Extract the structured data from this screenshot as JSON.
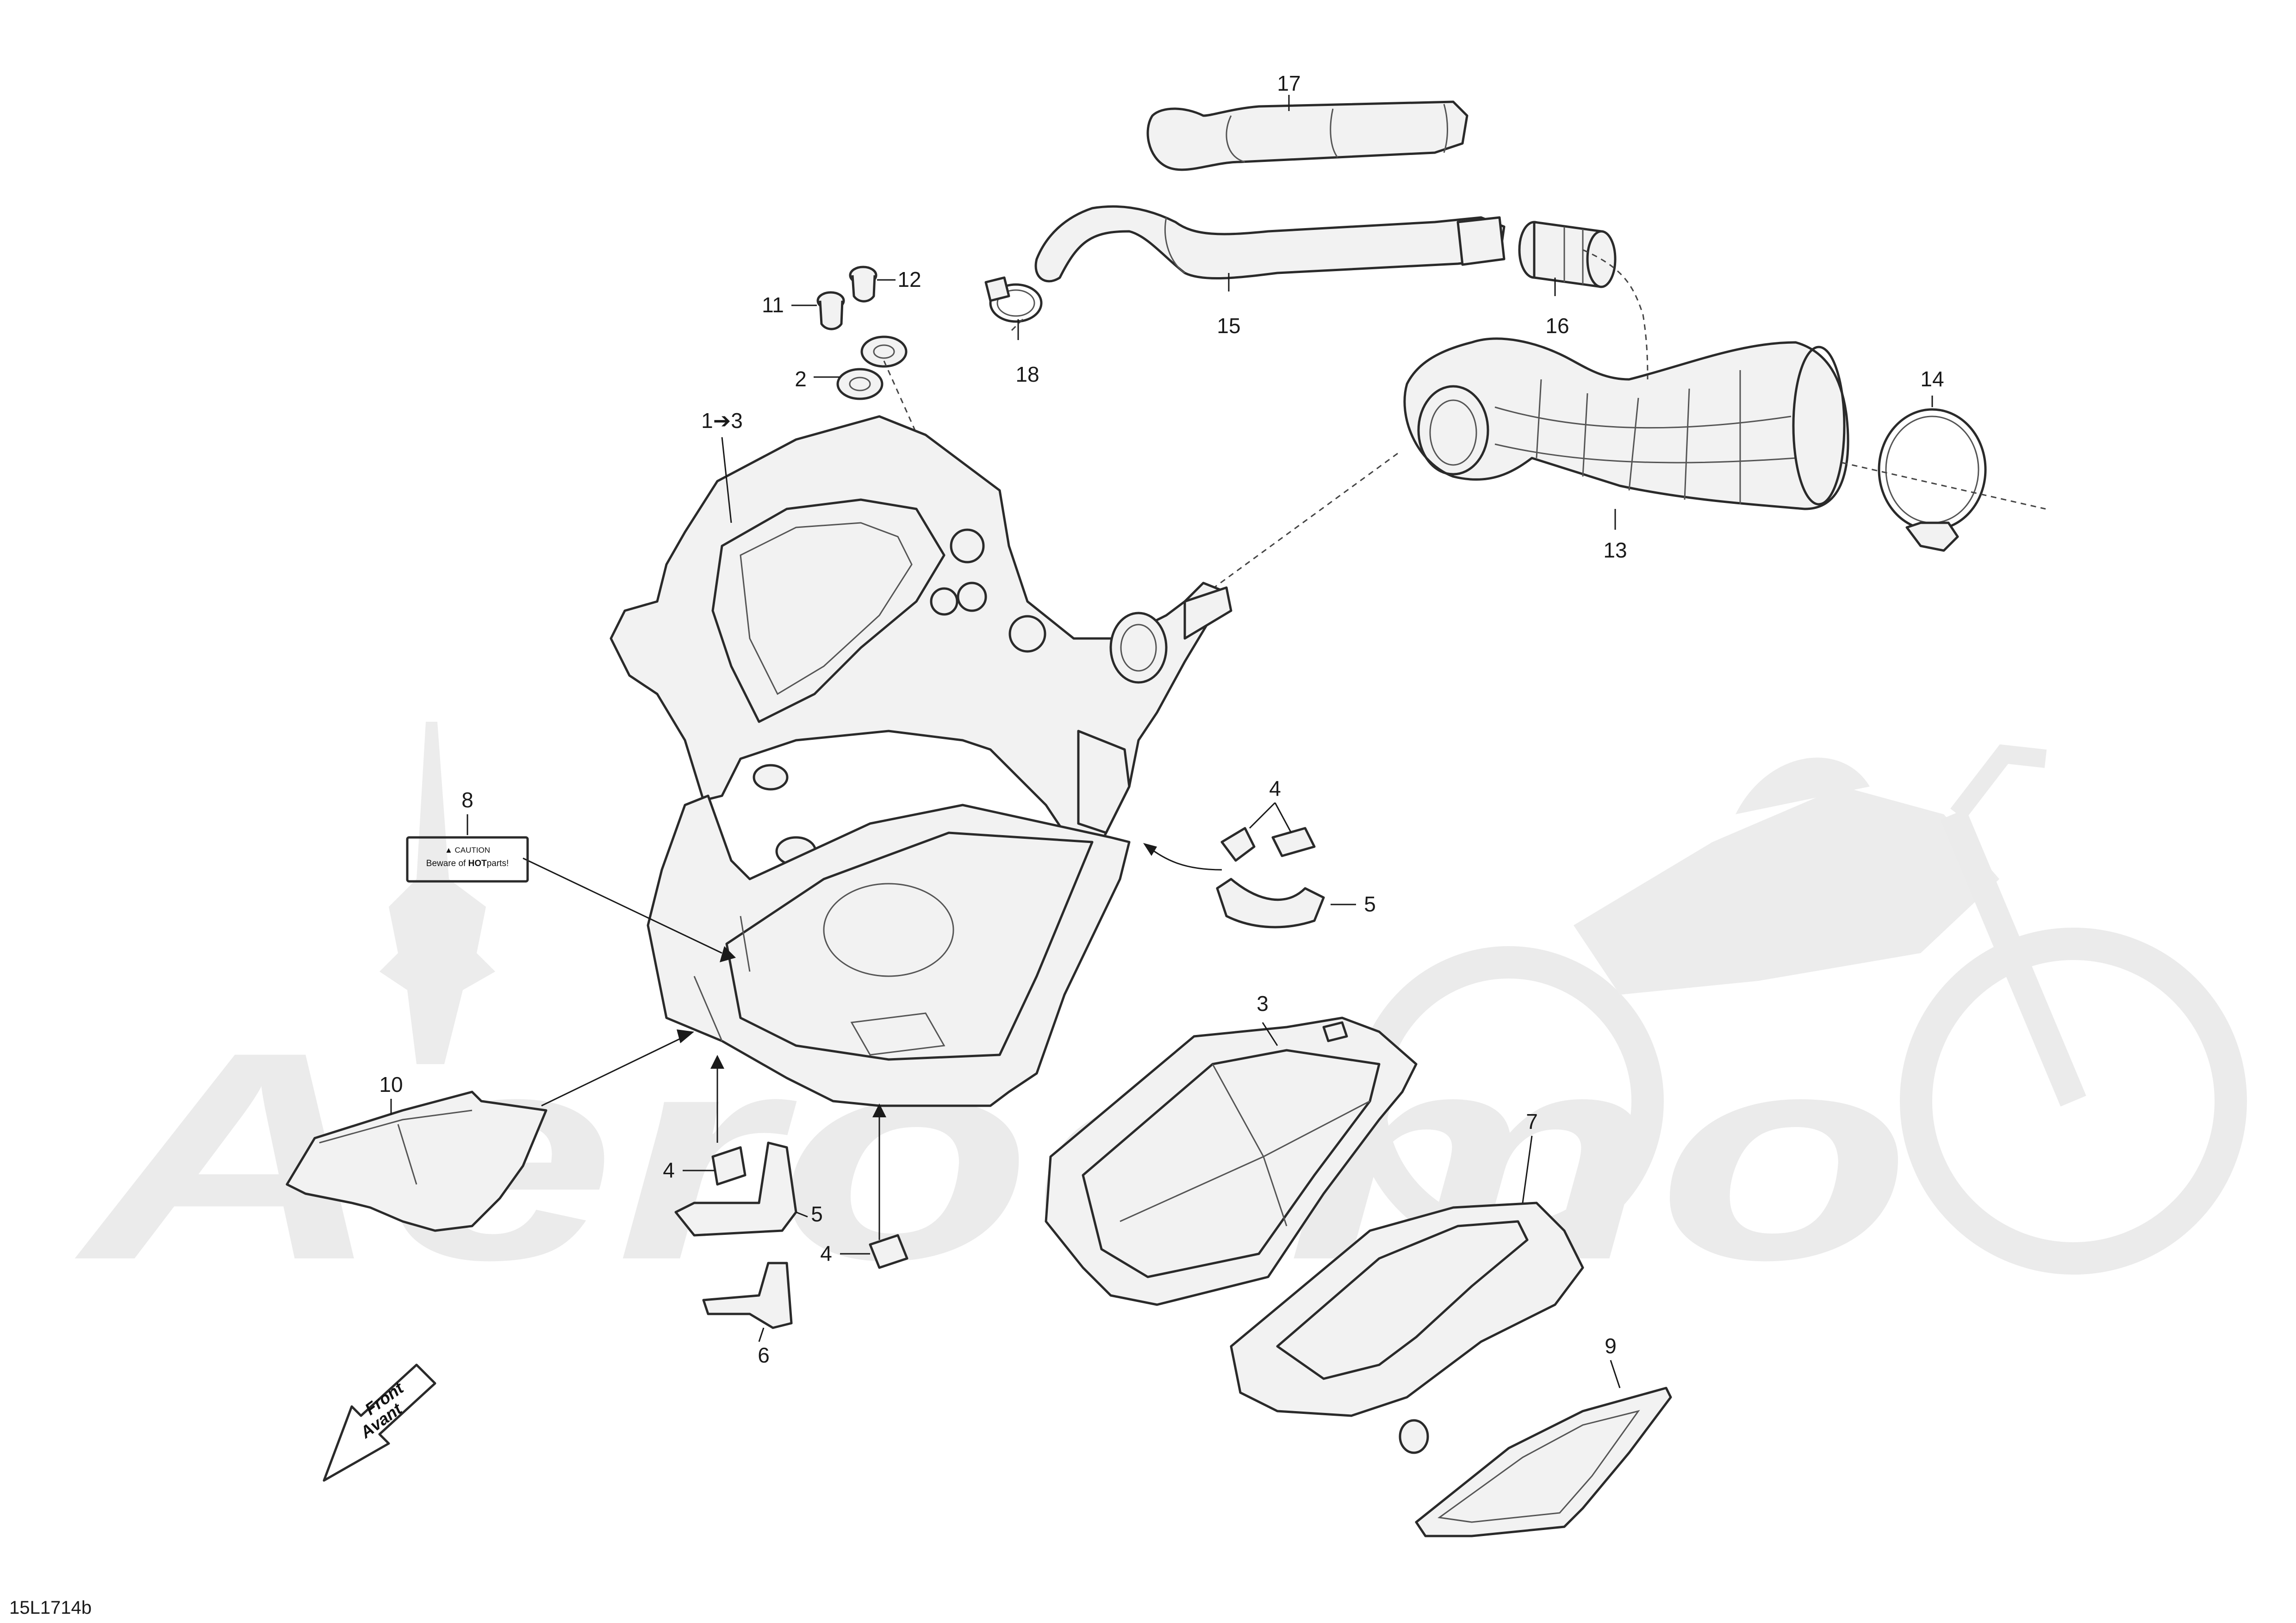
{
  "diagram": {
    "drawing_code": "15L1714b",
    "watermark": "Aeroomo",
    "front_arrow": {
      "line1": "Front",
      "line2": "Avant"
    },
    "caution_label": {
      "title": "▲ CAUTION",
      "line_prefix": "Beware of ",
      "line_bold": "HOT",
      "line_suffix": "parts!"
    },
    "callouts": {
      "c17": "17",
      "c15": "15",
      "c18": "18",
      "c16": "16",
      "c11": "11",
      "c12": "12",
      "c2": "2",
      "c1to3": "1➔3",
      "c14": "14",
      "c13": "13",
      "c8": "8",
      "c4a": "4",
      "c5a": "5",
      "c3": "3",
      "c10": "10",
      "c4b": "4",
      "c5b": "5",
      "c4c": "4",
      "c7": "7",
      "c6": "6",
      "c9": "9"
    }
  }
}
